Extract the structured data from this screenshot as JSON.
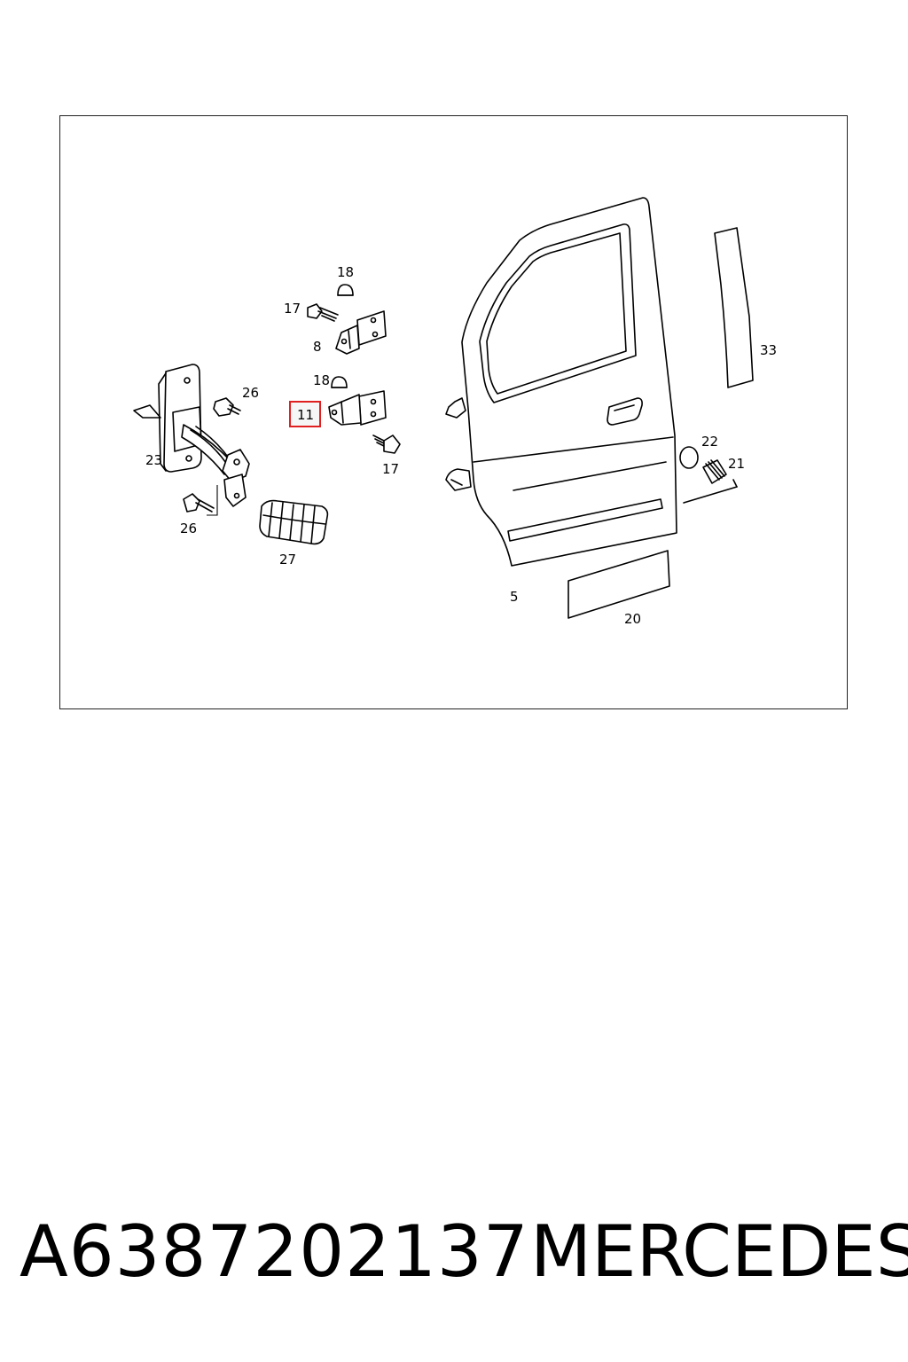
{
  "diagram": {
    "labels": {
      "l18a": "18",
      "l17a": "17",
      "l8": "8",
      "l18b": "18",
      "l11": "11",
      "l17b": "17",
      "l26a": "26",
      "l23": "23",
      "l26b": "26",
      "l27": "27",
      "l5": "5",
      "l20": "20",
      "l22": "22",
      "l21": "21",
      "l33": "33"
    },
    "highlighted_part": "11",
    "highlight_color": "#e02020"
  },
  "footer": {
    "part_number": "A6387202137",
    "brand": "MERCEDES"
  }
}
